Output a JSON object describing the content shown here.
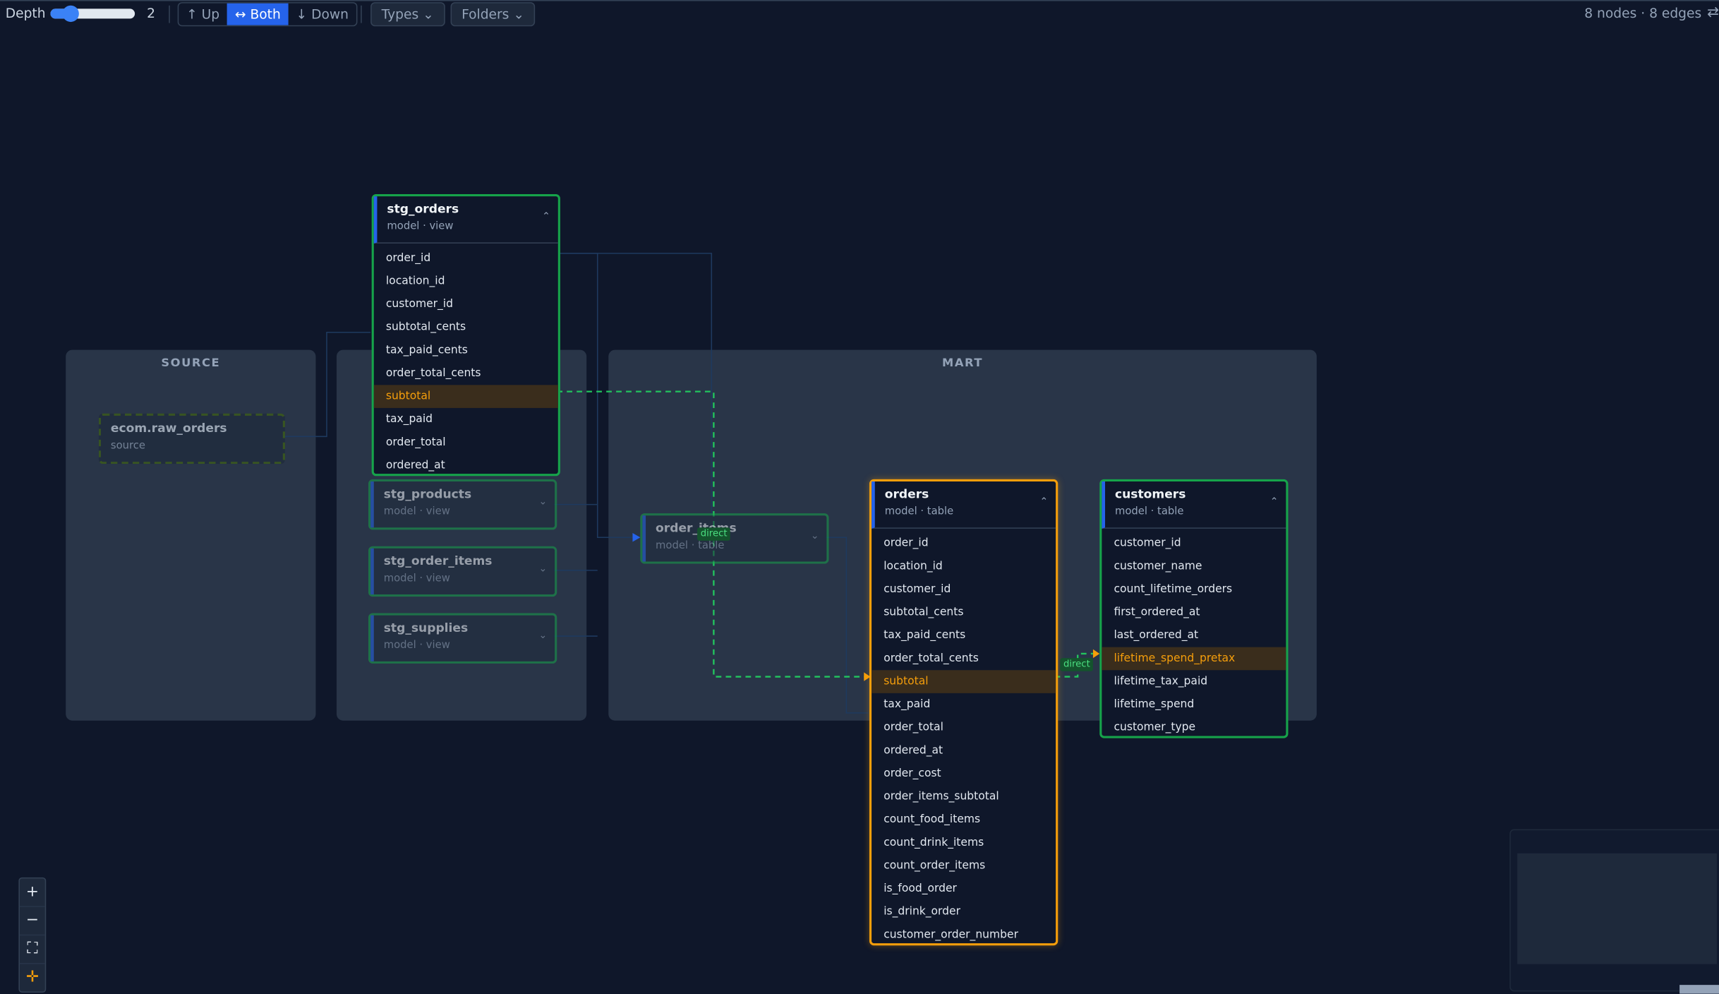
{
  "toolbar": {
    "depth_label": "Depth",
    "depth_value": "2",
    "depth_slider_value": 2,
    "direction_buttons": [
      {
        "label": "↑ Up",
        "active": false
      },
      {
        "label": "↔ Both",
        "active": true
      },
      {
        "label": "↓ Down",
        "active": false
      }
    ],
    "types_label": "Types ⌄",
    "folders_label": "Folders ⌄",
    "stats": "8 nodes · 8 edges",
    "right_edge_glyph": "⇄"
  },
  "groups": {
    "source": "SOURCE",
    "staging": "",
    "mart": "MART"
  },
  "nodes": {
    "raw_orders": {
      "title": "ecom.raw_orders",
      "subtitle": "source"
    },
    "stg_orders": {
      "title": "stg_orders",
      "subtitle": "model · view",
      "columns": [
        "order_id",
        "location_id",
        "customer_id",
        "subtotal_cents",
        "tax_paid_cents",
        "order_total_cents",
        "subtotal",
        "tax_paid",
        "order_total",
        "ordered_at"
      ],
      "highlighted": "subtotal"
    },
    "stg_products": {
      "title": "stg_products",
      "subtitle": "model · view"
    },
    "stg_order_items": {
      "title": "stg_order_items",
      "subtitle": "model · view"
    },
    "stg_supplies": {
      "title": "stg_supplies",
      "subtitle": "model · view"
    },
    "order_items": {
      "title": "order_items",
      "subtitle": "model · table"
    },
    "orders": {
      "title": "orders",
      "subtitle": "model · table",
      "columns": [
        "order_id",
        "location_id",
        "customer_id",
        "subtotal_cents",
        "tax_paid_cents",
        "order_total_cents",
        "subtotal",
        "tax_paid",
        "order_total",
        "ordered_at",
        "order_cost",
        "order_items_subtotal",
        "count_food_items",
        "count_drink_items",
        "count_order_items",
        "is_food_order",
        "is_drink_order",
        "customer_order_number"
      ],
      "highlighted": "subtotal"
    },
    "customers": {
      "title": "customers",
      "subtitle": "model · table",
      "columns": [
        "customer_id",
        "customer_name",
        "count_lifetime_orders",
        "first_ordered_at",
        "last_ordered_at",
        "lifetime_spend_pretax",
        "lifetime_tax_paid",
        "lifetime_spend",
        "customer_type"
      ],
      "highlighted": "lifetime_spend_pretax"
    }
  },
  "edge_labels": {
    "order_items_direct": "direct",
    "customers_direct": "direct"
  },
  "controls": {
    "zoom_in": "+",
    "zoom_out": "−",
    "fit": "⛶",
    "locate": "✛"
  },
  "colors": {
    "background": "#0f172a",
    "group": "#293548",
    "node_border": "#16a34a",
    "focus_border": "#f59e0b",
    "accent_blue": "#2563eb",
    "lineage_green": "#22c55e",
    "highlight_text": "#f59e0b"
  },
  "icons": [
    "chevron-up-icon",
    "chevron-down-icon",
    "zoom-in-icon",
    "zoom-out-icon",
    "fit-view-icon",
    "locate-icon",
    "arrow-up-icon",
    "arrow-both-icon",
    "arrow-down-icon"
  ]
}
